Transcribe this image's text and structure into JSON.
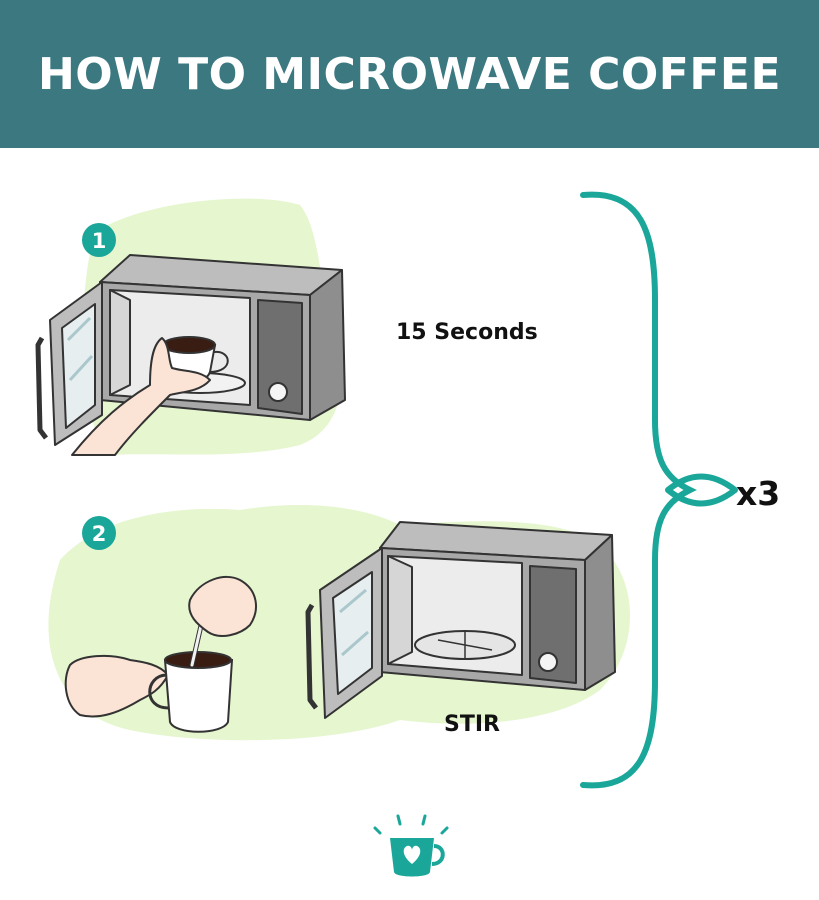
{
  "header": {
    "title": "HOW TO MICROWAVE COFFEE"
  },
  "steps": [
    {
      "number": "1",
      "label": "15 Seconds"
    },
    {
      "number": "2",
      "label": "STIR"
    }
  ],
  "repeat": {
    "label": "x3"
  },
  "colors": {
    "header_bg": "#3b7880",
    "accent": "#1aa79a",
    "blob": "#e6f6cf",
    "microwave": "#9c9c9c",
    "outline": "#333333"
  },
  "icons": [
    "microwave-icon",
    "coffee-cup-icon",
    "hand-icon",
    "spoon-icon",
    "bracket-icon",
    "mug-heart-icon"
  ]
}
